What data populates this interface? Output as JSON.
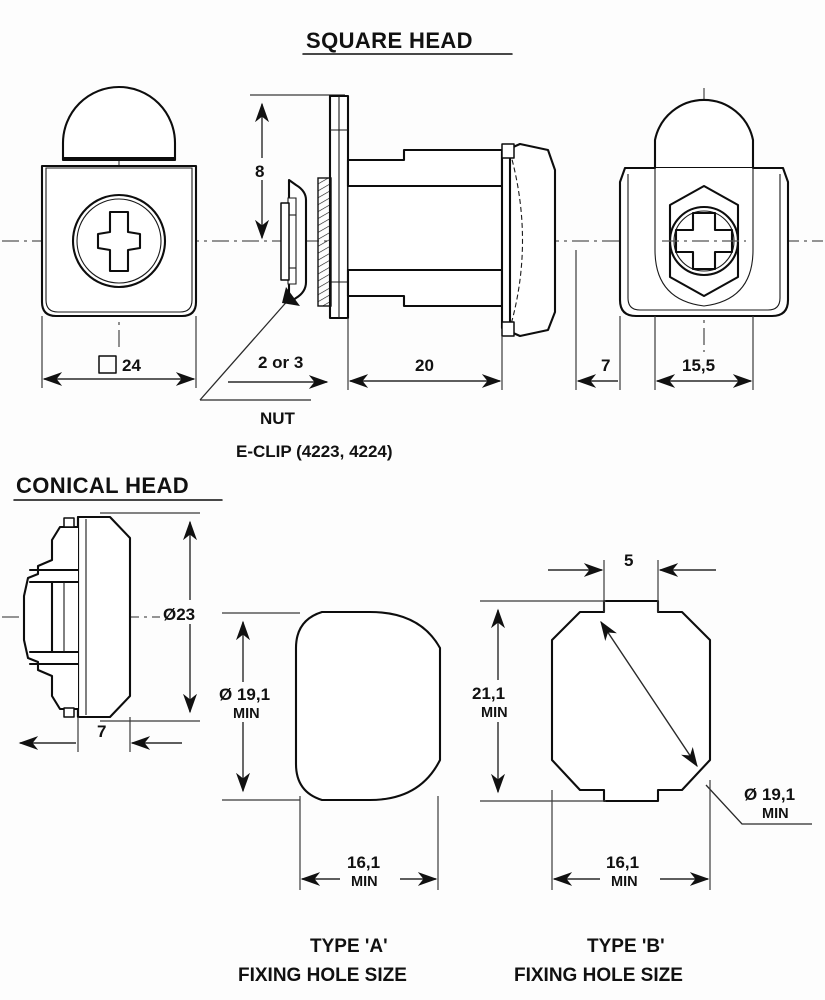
{
  "drawing": {
    "title_square": "SQUARE HEAD",
    "title_conical": "CONICAL HEAD",
    "sheet_units": "mm"
  },
  "square_head": {
    "front_view": {
      "width_dim": "24",
      "width_symbol": "square",
      "width_label_full": "□ 24",
      "name": "square-front-face"
    },
    "section_view": {
      "flange_height_dim": "8",
      "nut_thickness_dim": "2 or 3",
      "barrel_length_dim": "20",
      "nut_label": "NUT",
      "eclip_label": "E-CLIP (4223, 4224)"
    },
    "rear_view": {
      "cam_offset_dim": "7",
      "body_width_dim": "15,5"
    }
  },
  "conical_head": {
    "side_view": {
      "head_diameter_dim": "Ø23",
      "head_depth_dim": "7"
    }
  },
  "fixing_holes": [
    {
      "id": "type-a",
      "caption_line1": "TYPE 'A'",
      "caption_line2": "FIXING HOLE SIZE",
      "diameter_dim": "Ø 19,1",
      "diameter_note": "MIN",
      "width_dim": "16,1",
      "width_note": "MIN"
    },
    {
      "id": "type-b",
      "caption_line1": "TYPE 'B'",
      "caption_line2": "FIXING HOLE SIZE",
      "keyway_width_dim": "5",
      "height_dim": "21,1",
      "height_note": "MIN",
      "diameter_dim": "Ø 19,1",
      "diameter_note": "MIN",
      "width_dim": "16,1",
      "width_note": "MIN"
    }
  ],
  "colors": {
    "line": "#0d0d0d",
    "dimension": "#2a2a2a",
    "centerline": "#555555",
    "background": "#fdfdfd"
  }
}
